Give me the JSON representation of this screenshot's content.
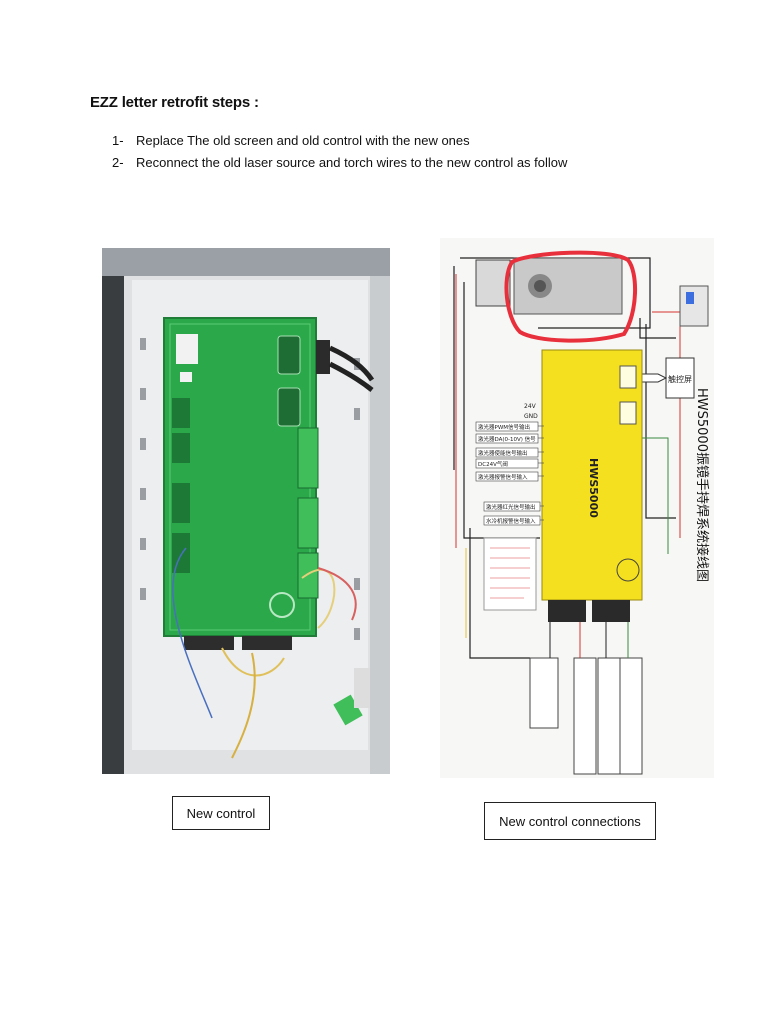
{
  "document": {
    "title": "EZZ letter retrofit steps :",
    "steps": [
      {
        "num": "1-",
        "text": "Replace The old screen and old control with the new ones"
      },
      {
        "num": "2-",
        "text": "Reconnect the old laser source and torch wires to the new control as follow"
      }
    ],
    "captions": {
      "left": "New control",
      "right": "New control connections"
    }
  },
  "diagram": {
    "board_name": "HWS5000",
    "side_title": "HWS5000振镜手持焊系统接线图",
    "screen_label": "触控屏",
    "power_labels": [
      "24V",
      "GND"
    ],
    "signal_labels": [
      "激光器PWM信号输出",
      "激光器DA(0-10V) 信号",
      "激光器使能信号输出",
      "DC24V气阀",
      "激光器报警信号输入",
      "激光器红光信号输出",
      "水冷机报警信号输入"
    ]
  },
  "colors": {
    "board_green": "#2aa84a",
    "board_yellow": "#f4e01e",
    "highlight_red": "#e8303c"
  }
}
